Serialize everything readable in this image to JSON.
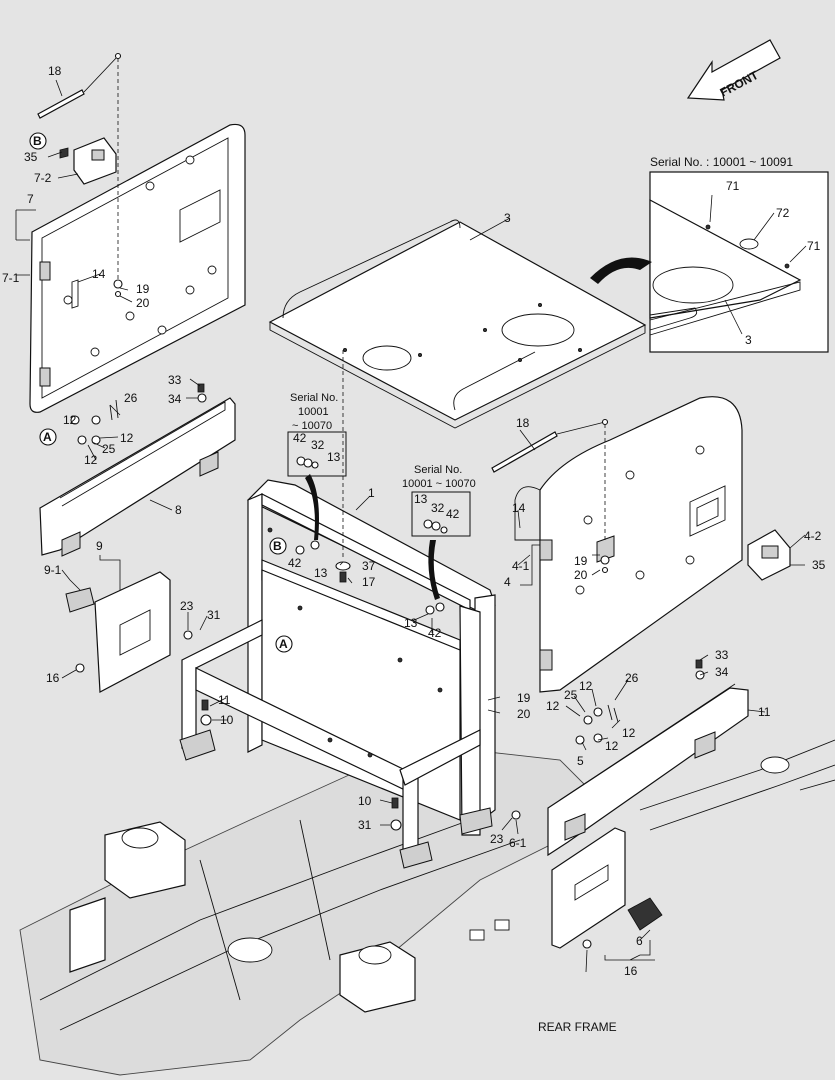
{
  "front_marker": "FRONT",
  "inset": {
    "serial_title": "Serial No. : 10001 ~ 10091",
    "labels": [
      "71",
      "72",
      "71",
      "3"
    ]
  },
  "serial_note_1": {
    "line1": "Serial No.",
    "line2": "10001",
    "line3": "~ 10070"
  },
  "serial_note_2": {
    "line1": "Serial No.",
    "line2": "10001 ~ 10070"
  },
  "rear_frame_label": "REAR FRAME",
  "callouts": {
    "circle_a": "A",
    "circle_b": "B"
  },
  "part_labels": [
    "18",
    "35",
    "7-2",
    "7",
    "7-1",
    "14",
    "19",
    "20",
    "3",
    "33",
    "34",
    "26",
    "12",
    "25",
    "12",
    "12",
    "8",
    "9",
    "9-1",
    "16",
    "23",
    "31",
    "11",
    "10",
    "1",
    "42",
    "32",
    "13",
    "42",
    "13",
    "37",
    "17",
    "13",
    "42",
    "13",
    "32",
    "42",
    "13",
    "42",
    "18",
    "14",
    "4-1",
    "4",
    "19",
    "20",
    "4-2",
    "35",
    "19",
    "20",
    "33",
    "34",
    "26",
    "25",
    "12",
    "12",
    "12",
    "12",
    "5",
    "11",
    "10",
    "31",
    "23",
    "6-1",
    "6",
    "16"
  ]
}
